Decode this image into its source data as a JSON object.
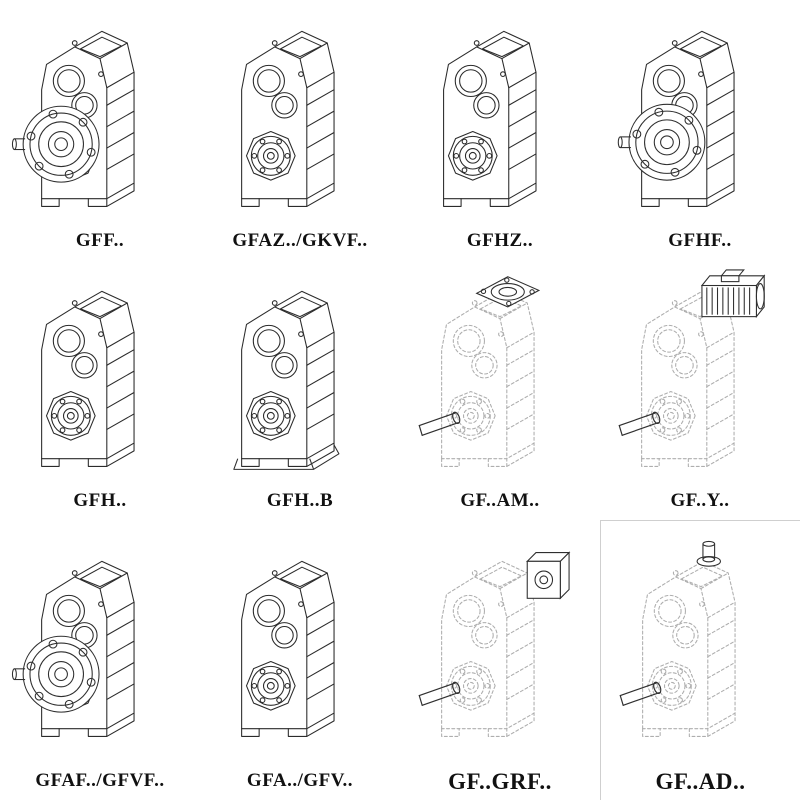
{
  "page": {
    "background": "#ffffff"
  },
  "colors": {
    "line": "#2b2b2b",
    "ghost_line": "#aeaeae",
    "label": "#111111"
  },
  "products": [
    {
      "label": "GFF..",
      "drawing": "flange-output-gearbox"
    },
    {
      "label": "GFAZ../GKVF..",
      "drawing": "hollow-shaft-gearbox"
    },
    {
      "label": "GFHZ..",
      "drawing": "hollow-shaft-gearbox"
    },
    {
      "label": "GFHF..",
      "drawing": "flange-output-gearbox"
    },
    {
      "label": "GFH..",
      "drawing": "hollow-shaft-gearbox"
    },
    {
      "label": "GFH..B",
      "drawing": "foot-mounted-gearbox"
    },
    {
      "label": "GF..AM..",
      "drawing": "gearbox-with-iec-adapter-flange-phantom"
    },
    {
      "label": "GF..Y..",
      "drawing": "gearbox-with-mounted-motor-phantom"
    },
    {
      "label": "GFAF../GFVF..",
      "drawing": "flange-output-gearbox"
    },
    {
      "label": "GFA../GFV..",
      "drawing": "hollow-shaft-gearbox"
    },
    {
      "label": "GF..GRF..",
      "drawing": "gearbox-with-input-adapter-box-phantom"
    },
    {
      "label": "GF..AD..",
      "drawing": "gearbox-with-input-shaft-phantom"
    }
  ]
}
